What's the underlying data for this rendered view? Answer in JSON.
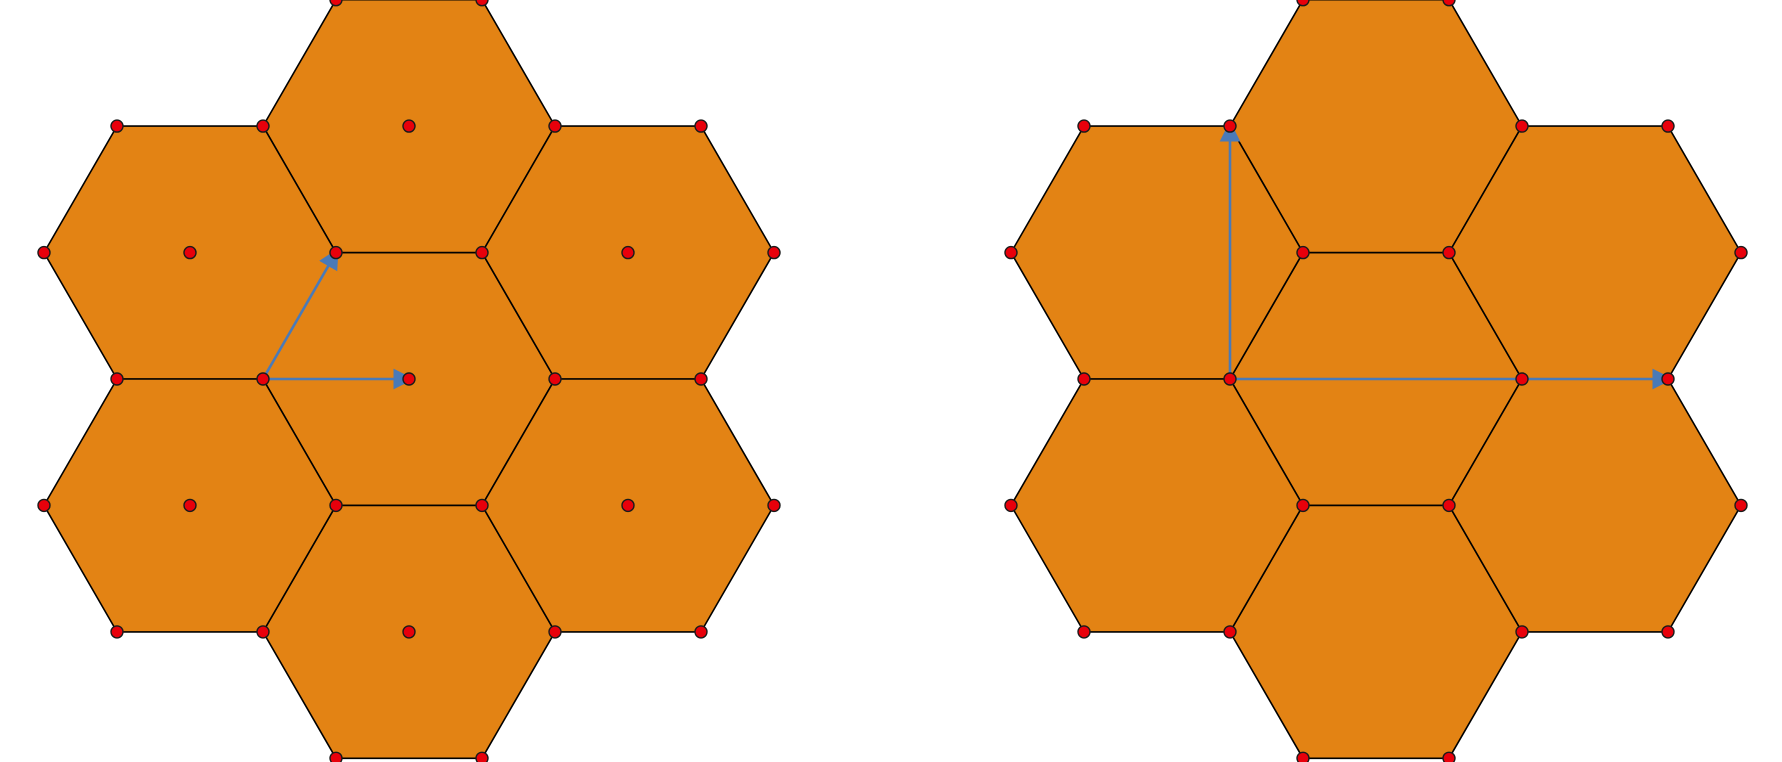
{
  "colors": {
    "background": "#ffffff",
    "hexagon_fill": "#e38314",
    "hexagon_stroke": "#000000",
    "point_fill": "#e8000b",
    "vector": "#4a7ab8"
  },
  "panels": [
    {
      "id": "left",
      "description_kind": "honeycomb-lattice-primitive-cell-vectors",
      "hexagon_count": 7,
      "shows_hexagon_centers": true,
      "vectors": [
        "diagonal-to-vertex",
        "horizontal-to-center"
      ]
    },
    {
      "id": "right",
      "description_kind": "honeycomb-lattice-rectangular-cell-vectors",
      "hexagon_count": 7,
      "shows_hexagon_centers": false,
      "vectors": [
        "vertical",
        "horizontal-long"
      ]
    }
  ]
}
